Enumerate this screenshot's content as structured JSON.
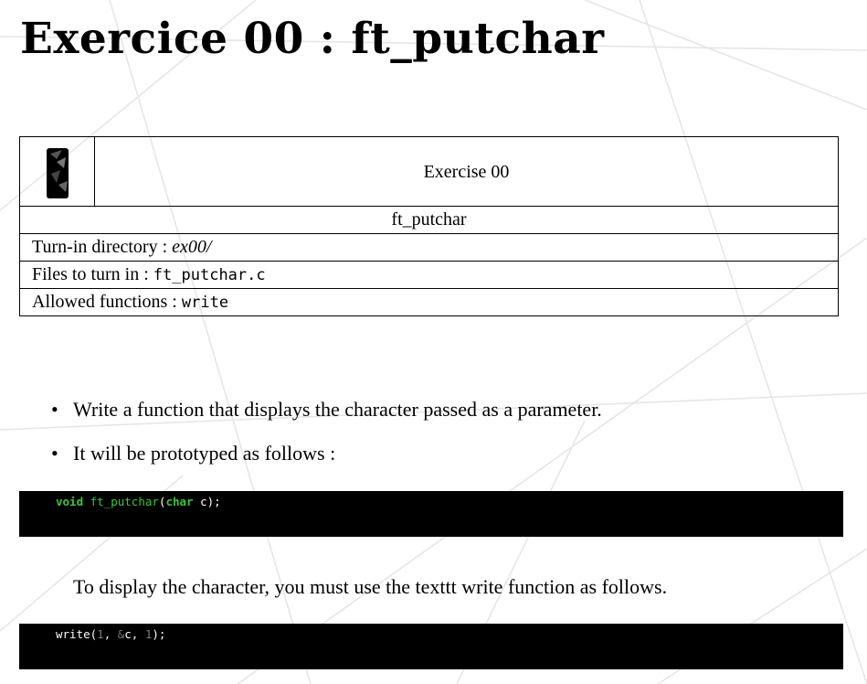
{
  "title": "Exercice  00 :  ft_putchar",
  "table": {
    "exercise_label": "Exercise  00",
    "name": "ft_putchar",
    "turnin_label": "Turn-in directory : ",
    "turnin_value": "ex00/",
    "files_label": "Files to turn in : ",
    "files_value": "ft_putchar.c",
    "allowed_label": "Allowed functions : ",
    "allowed_value": "write"
  },
  "bullets": [
    "Write a function that displays the character passed as a parameter.",
    "It will be prototyped as follows :"
  ],
  "code1": {
    "kw_void": "void",
    "fn_name": "ft_putchar",
    "paren_open": "(",
    "kw_char": "char",
    "rest": " c);"
  },
  "paragraph": "To display the character, you must use the  texttt write function as follows.",
  "code2": {
    "fn": "write(",
    "n1": "1",
    "mid": ", ",
    "amp": "&",
    "after": "c, ",
    "n2": "1",
    "end": ");"
  },
  "colors": {
    "code_keyword": "#3cc43c",
    "code_bg": "#000000",
    "code_number": "#7a7a7a"
  },
  "icons": {
    "logo": "42-logo-icon"
  }
}
